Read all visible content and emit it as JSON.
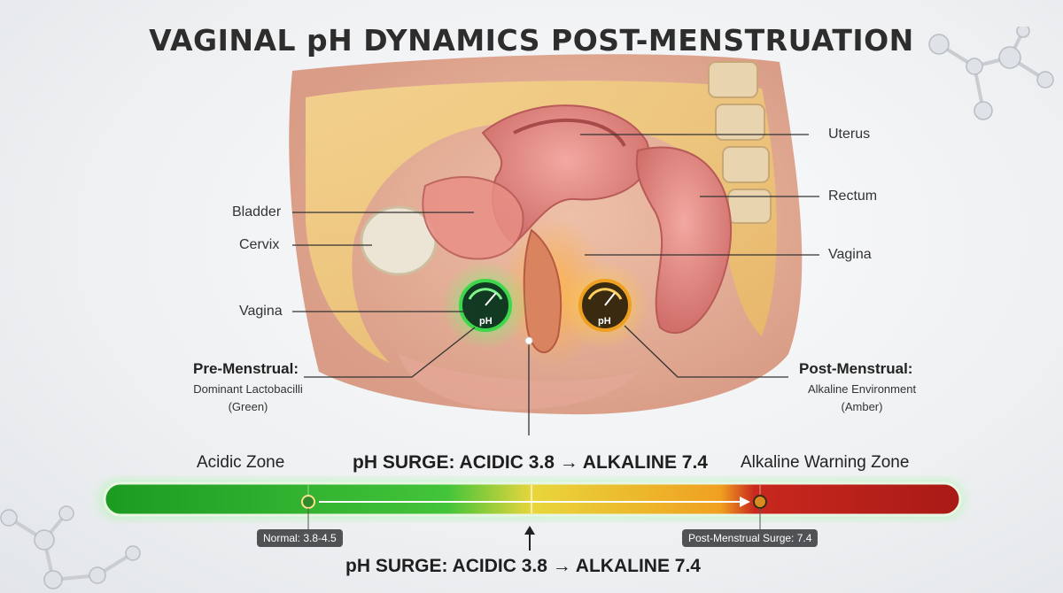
{
  "title": "VAGINAL pH DYNAMICS POST-MENSTRUATION",
  "labels": {
    "uterus": "Uterus",
    "rectum": "Rectum",
    "vagina_right": "Vagina",
    "bladder": "Bladder",
    "cervix": "Cervix",
    "vagina_left": "Vagina"
  },
  "gauges": {
    "left_text": "pH",
    "right_text": "pH",
    "left_color": "#2ecc40",
    "right_color": "#f0a020"
  },
  "pre_menstrual": {
    "title": "Pre-Menstrual:",
    "line1": "Dominant Lactobacilli",
    "line2": "(Green)"
  },
  "post_menstrual": {
    "title": "Post-Menstrual:",
    "line1": "Alkaline Environment",
    "line2": "(Amber)"
  },
  "scale": {
    "acidic_zone": "Acidic Zone",
    "alkaline_zone": "Alkaline Warning Zone",
    "surge_top": "pH SURGE: ACIDIC 3.8 → ALKALINE 7.4",
    "surge_bottom": "pH SURGE: ACIDIC 3.8 → ALKALINE 7.4",
    "normal_marker": "Normal: 3.8-4.5",
    "post_marker": "Post-Menstrual Surge: 7.4",
    "colors": {
      "acidic": "#22b02a",
      "transition": "#f2c230",
      "alkaline": "#c8281e"
    }
  }
}
